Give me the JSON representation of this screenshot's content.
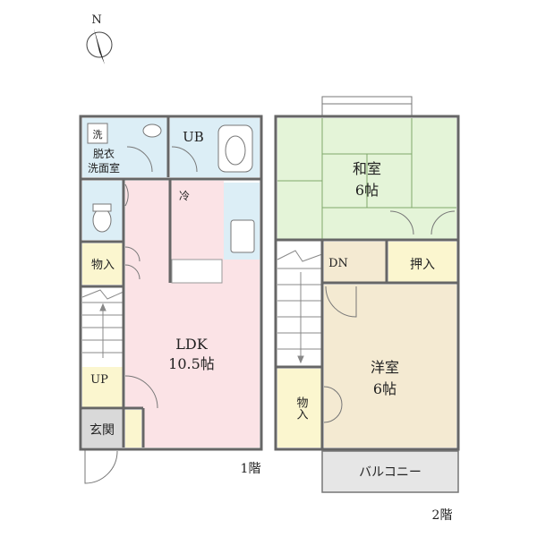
{
  "compass": {
    "north_label": "N",
    "icon": "north-arrow-icon"
  },
  "floor1": {
    "floor_label": "1階",
    "rooms": {
      "washroom_icon_text": "洗",
      "washroom_line1": "脱衣",
      "washroom_line2": "洗面室",
      "bath": "UB",
      "fridge": "冷",
      "storage": "物入",
      "stairs_up": "UP",
      "entrance": "玄関",
      "ldk_name": "LDK",
      "ldk_size": "10.5帖"
    }
  },
  "floor2": {
    "floor_label": "2階",
    "rooms": {
      "washitsu_name": "和室",
      "washitsu_size": "6帖",
      "stairs_down": "DN",
      "closet": "押入",
      "yoshitsu_name": "洋室",
      "yoshitsu_size": "6帖",
      "storage": "物入",
      "balcony": "バルコニー"
    }
  },
  "colors": {
    "wet_area": "#dceef6",
    "ldk": "#fbe3e6",
    "tatami": "#e4f4d8",
    "western_room": "#f4ead2",
    "storage": "#fbf6cf",
    "entrance": "#d9d9d9",
    "balcony": "#e6e6e6",
    "wall": "#666666"
  }
}
